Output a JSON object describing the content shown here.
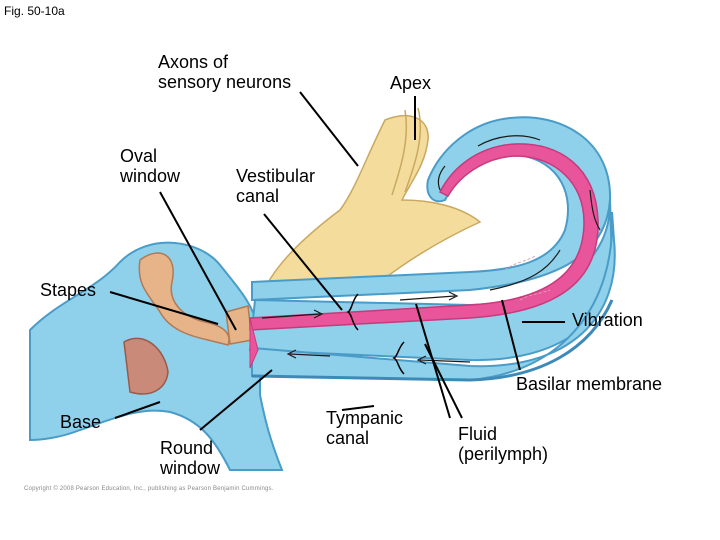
{
  "figure": {
    "number": "Fig. 50-10a",
    "copyright": "Copyright © 2008 Pearson Education, Inc., publishing as Pearson Benjamin Cummings."
  },
  "labels": {
    "axons": "Axons of\nsensory neurons",
    "apex": "Apex",
    "oval_window": "Oval\nwindow",
    "vestibular_canal": "Vestibular\ncanal",
    "stapes": "Stapes",
    "vibration": "Vibration",
    "basilar_membrane": "Basilar membrane",
    "base": "Base",
    "round_window": "Round\nwindow",
    "tympanic_canal": "Tympanic\ncanal",
    "fluid": "Fluid\n(perilymph)"
  },
  "colors": {
    "fluid_blue": "#8fd0ea",
    "canal_wall": "#4a9cc8",
    "basilar_pink": "#e8559a",
    "nerve_yellow": "#f4dc9c",
    "bone_tan": "#e7b48a"
  }
}
